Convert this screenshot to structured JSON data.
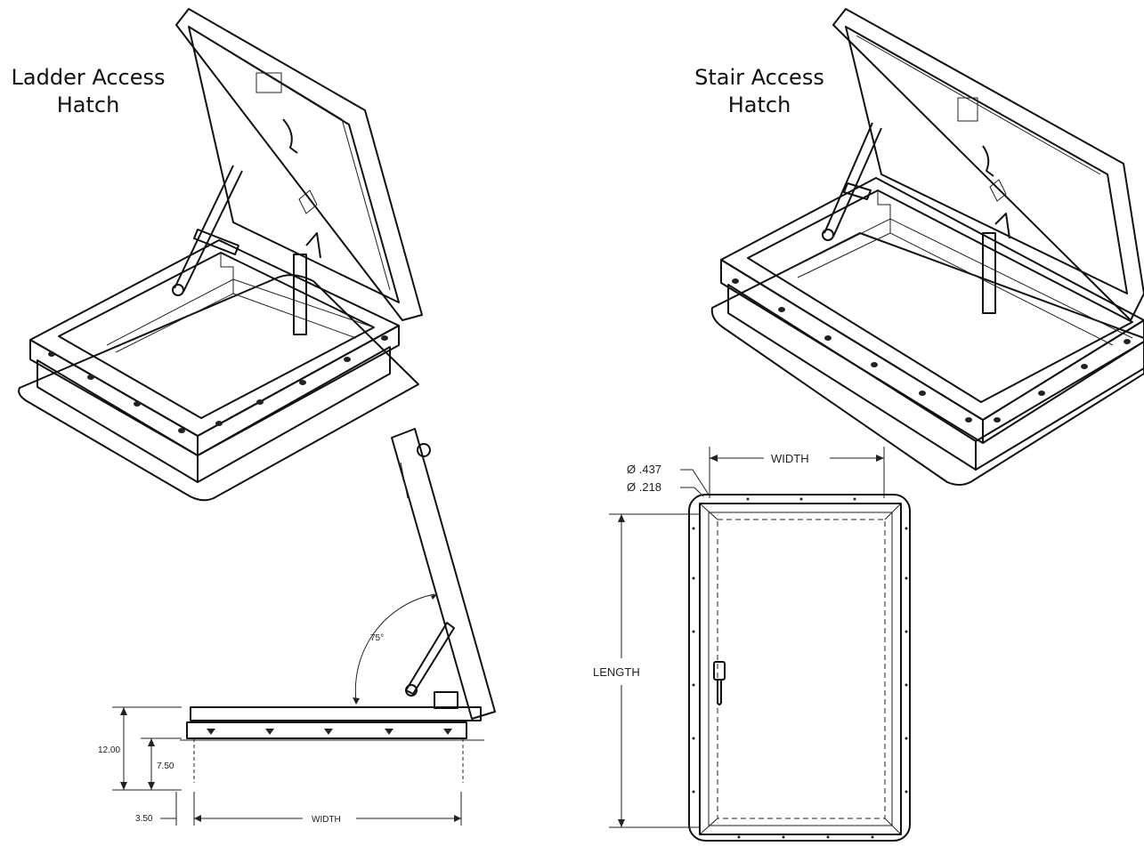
{
  "titles": {
    "ladder": "Ladder Access\nHatch",
    "stair": "Stair Access\nHatch"
  },
  "side_view": {
    "angle": "75°",
    "height_total": "12.00",
    "height_curb": "7.50",
    "flange": "3.50",
    "width": "WIDTH"
  },
  "plan_view": {
    "width": "WIDTH",
    "length": "LENGTH",
    "hole_outer": "Ø .437",
    "hole_inner": "Ø .218"
  }
}
